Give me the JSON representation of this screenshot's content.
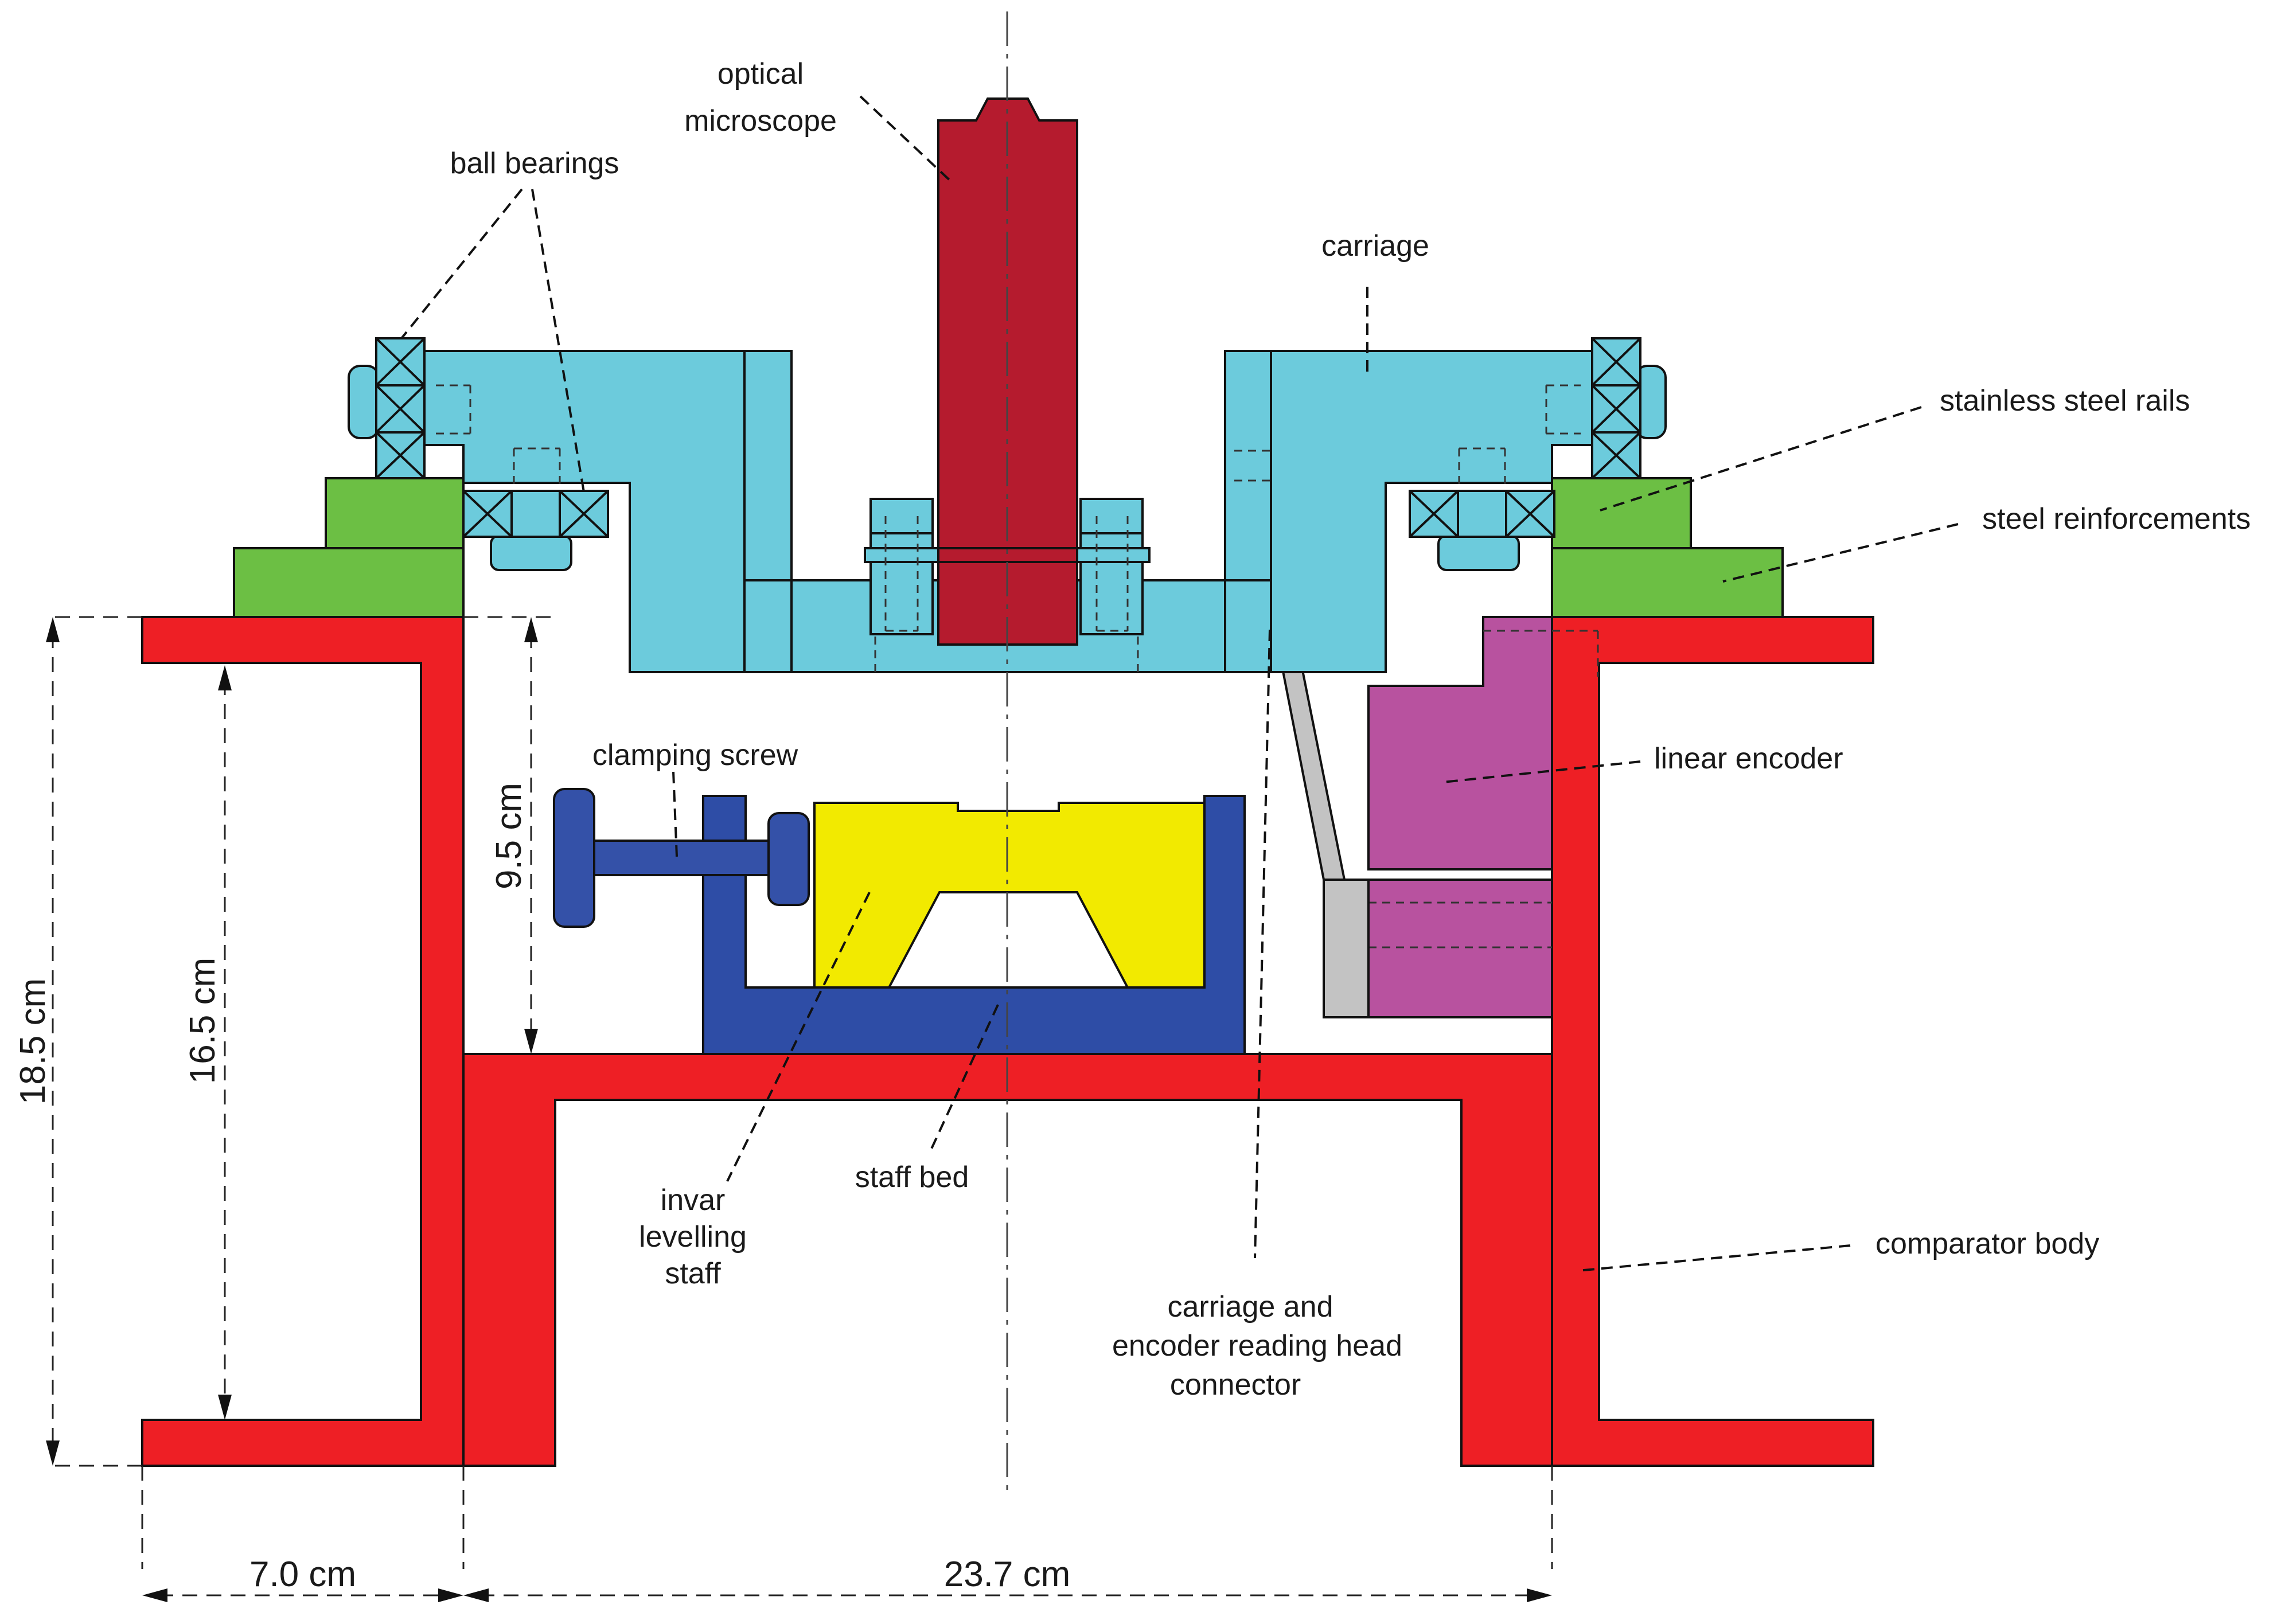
{
  "colors": {
    "comparator_body": "#ee1f25",
    "carriage": "#6ccbdc",
    "microscope": "#b51b2e",
    "green_parts": "#6cbf44",
    "encoder": "#b8529f",
    "staff_bed": "#2e4da6",
    "clamping_screw": "#3451a8",
    "invar_staff": "#f2ea00",
    "connector": "#c3c3c3"
  },
  "labels": {
    "optical_microscope": [
      "optical",
      "microscope"
    ],
    "ball_bearings": "ball bearings",
    "carriage": "carriage",
    "stainless_steel_rails": "stainless steel rails",
    "steel_reinforcements": "steel reinforcements",
    "linear_encoder": "linear encoder",
    "clamping_screw": "clamping screw",
    "invar_levelling_staff": [
      "invar",
      "levelling",
      "staff"
    ],
    "staff_bed": "staff bed",
    "carriage_connector": [
      "carriage and",
      "encoder reading head",
      "connector"
    ],
    "comparator_body": "comparator body"
  },
  "dimensions": {
    "height_outer": "18.5 cm",
    "height_inner": "16.5 cm",
    "height_clear": "9.5 cm",
    "width_flange": "7.0 cm",
    "width_body": "23.7 cm"
  },
  "icons": [
    "bearing-cross-icon",
    "dimension-arrow-icon"
  ]
}
